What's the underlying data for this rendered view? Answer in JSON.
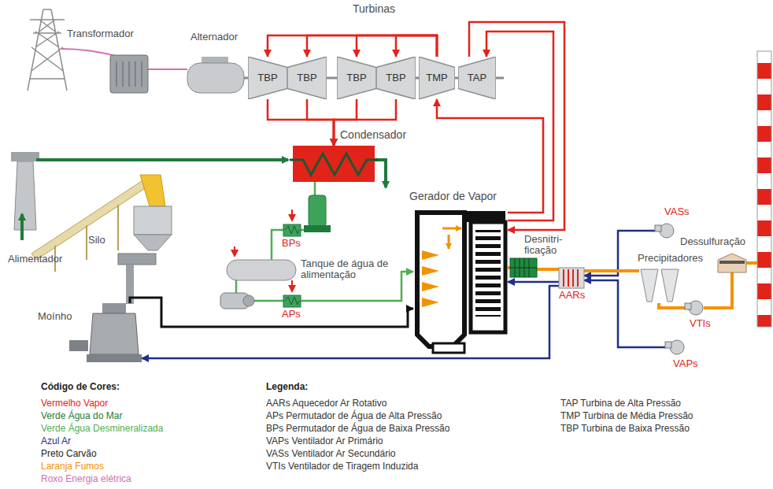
{
  "diagram": {
    "nodes": [
      {
        "text": [
          "Transformador"
        ]
      },
      {
        "text": [
          "Alternador"
        ]
      },
      {
        "text": [
          "TBP"
        ]
      },
      {
        "text": [
          "TBP"
        ]
      },
      {
        "text": [
          "TBP"
        ]
      },
      {
        "text": [
          "TBP"
        ]
      },
      {
        "text": [
          "TMP"
        ]
      },
      {
        "text": [
          "TAP"
        ]
      },
      {
        "text": [
          "Condensador"
        ]
      },
      {
        "text": [
          "BPs"
        ]
      },
      {
        "text": [
          "Tanque de água de alimentação"
        ]
      },
      {
        "text": [
          "APs"
        ]
      },
      {
        "text": [
          "Moínho"
        ]
      },
      {
        "text": [
          "Gerador de Vapor"
        ]
      },
      {
        "text": [
          "Desnitri- ficação"
        ]
      },
      {
        "text": [
          "AARs"
        ]
      },
      {
        "text": [
          "VASs"
        ]
      },
      {
        "text": [
          "Precipitadores"
        ]
      },
      {
        "text": [
          "VTIs"
        ]
      },
      {
        "text": [
          "Dessulfuração"
        ]
      },
      {
        "text": [
          "VAPs"
        ]
      }
    ],
    "edges": [
      {
        "from": 0,
        "to": 1,
        "arrow": "none"
      },
      {
        "from": 6,
        "to": 2,
        "arrow": "to"
      },
      {
        "from": 6,
        "to": 3,
        "arrow": "to"
      },
      {
        "from": 6,
        "to": 4,
        "arrow": "to"
      },
      {
        "from": 6,
        "to": 5,
        "arrow": "to"
      },
      {
        "from": 2,
        "to": 8,
        "arrow": "to"
      },
      {
        "from": 3,
        "to": 8,
        "arrow": "to"
      },
      {
        "from": 4,
        "to": 8,
        "arrow": "to"
      },
      {
        "from": 5,
        "to": 8,
        "arrow": "to"
      },
      {
        "from": 13,
        "to": 7,
        "arrow": "to"
      },
      {
        "from": 7,
        "to": 13,
        "arrow": "to"
      },
      {
        "from": 13,
        "to": 6,
        "arrow": "to"
      },
      {
        "from": 8,
        "to": 9,
        "arrow": "none"
      },
      {
        "from": 9,
        "to": 10,
        "arrow": "none"
      },
      {
        "from": 10,
        "to": 11,
        "arrow": "none"
      },
      {
        "from": 11,
        "to": 13,
        "arrow": "to"
      },
      {
        "from": 12,
        "to": 13,
        "arrow": "to"
      },
      {
        "from": 13,
        "to": 14,
        "arrow": "none"
      },
      {
        "from": 14,
        "to": 15,
        "arrow": "none"
      },
      {
        "from": 15,
        "to": 13,
        "arrow": "to"
      },
      {
        "from": 15,
        "to": 12,
        "arrow": "to"
      },
      {
        "from": 16,
        "to": 15,
        "arrow": "to"
      },
      {
        "from": 15,
        "to": 17,
        "arrow": "none"
      },
      {
        "from": 20,
        "to": 15,
        "arrow": "to"
      },
      {
        "from": 17,
        "to": 18,
        "arrow": "none"
      },
      {
        "from": 18,
        "to": 19,
        "arrow": "none"
      }
    ],
    "labels": [
      "Turbinas",
      "Silo",
      "Alimentador",
      "Código de Cores:",
      "Legenda:"
    ],
    "legend": [
      {
        "text": "Vermelho Vapor",
        "color": "#e2231a"
      },
      {
        "text": "Verde Água do Mar",
        "color": "#1e7a3c"
      },
      {
        "text": "Verde Água Desmineralizada",
        "color": "#4fae52"
      },
      {
        "text": "Azul Ar",
        "color": "#1f2f86"
      },
      {
        "text": "Preto Carvão",
        "color": "#222222"
      },
      {
        "text": "Laranja Fumos",
        "color": "#f39200"
      },
      {
        "text": "Roxo Energia elétrica",
        "color": "#d070b0"
      },
      {
        "text": "AARs Aquecedor Ar Rotativo"
      },
      {
        "text": "APs Permutador de Água de Alta Pressão"
      },
      {
        "text": "BPs Permutador de Água de Baixa Pressão"
      },
      {
        "text": "VAPs Ventilador Ar Primário"
      },
      {
        "text": "VASs Ventilador Ar Secundário"
      },
      {
        "text": "VTIs Ventilador de Tiragem Induzida"
      },
      {
        "text": "TAP Turbina de Alta Pressão"
      },
      {
        "text": "TMP Turbina de Média Pressão"
      },
      {
        "text": "TBP Turbina de Baixa Pressão"
      }
    ]
  }
}
